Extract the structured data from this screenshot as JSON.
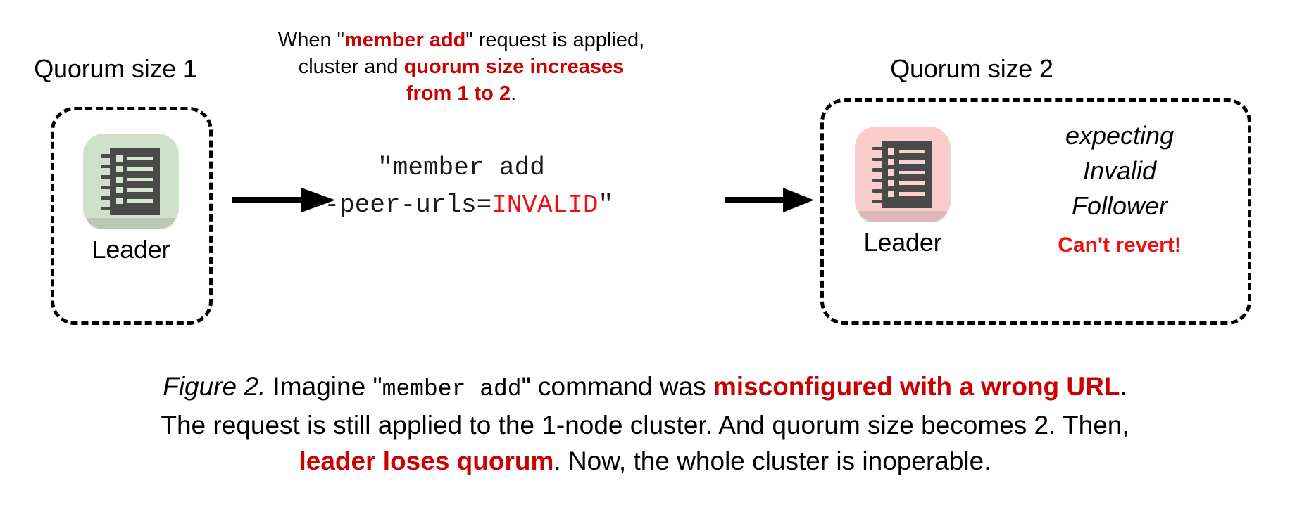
{
  "figure": {
    "left_cluster": {
      "title": "Quorum size 1",
      "node_label": "Leader",
      "node_icon": "server-rack-icon",
      "node_color": "#cfe0cb"
    },
    "right_cluster": {
      "title": "Quorum size 2",
      "node_label": "Leader",
      "node_icon": "server-rack-icon",
      "node_color": "#f8cdcb",
      "status_lines": [
        "expecting",
        "Invalid",
        "Follower"
      ],
      "warning": "Can't revert!"
    },
    "annotation": {
      "line1_prefix": "When \"",
      "line1_highlight": "member add",
      "line1_suffix": "\" request is applied,",
      "line2_prefix": "cluster and ",
      "line2_highlight": "quorum size increases",
      "line3_highlight": "from 1 to 2",
      "line3_suffix": "."
    },
    "command": {
      "line1": "\"member add",
      "line2_prefix": "--peer-urls=",
      "line2_value": "INVALID",
      "line2_suffix": "\""
    },
    "arrows": {
      "first": "arrow-right-icon",
      "second": "arrow-right-icon"
    },
    "caption": {
      "label": "Figure 2.",
      "part1": " Imagine \"",
      "mono1": "member add",
      "part2": "\" command was ",
      "hl1": "misconfigured with a wrong URL",
      "part3": ".",
      "line2": "The request is still applied to the 1-node cluster. And quorum size becomes 2. Then,",
      "line3_hl": "leader loses quorum",
      "line3_rest": ". Now, the whole cluster is inoperable."
    },
    "colors": {
      "highlight_red": "#cc0000",
      "invalid_red": "#ee1111",
      "leader_green": "#cfe0cb",
      "leader_pink": "#f8cdcb",
      "icon_dark": "#4a4a4a"
    }
  }
}
